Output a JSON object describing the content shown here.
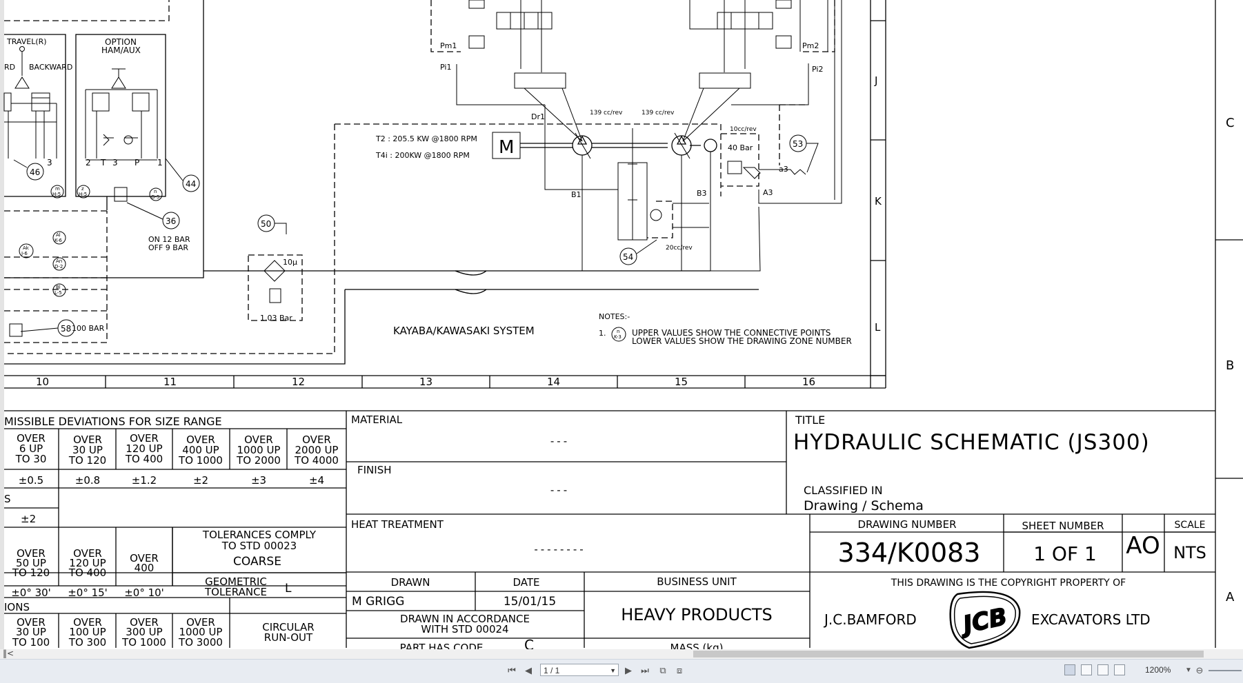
{
  "schematic": {
    "systems": {
      "travel_r": "TRAVEL(R)",
      "backward": "BACKWARD",
      "rd": "RD",
      "option_line1": "OPTION",
      "option_line2": "HAM/AUX"
    },
    "ports": {
      "pm1": "Pm1",
      "pm2": "Pm2",
      "pi1": "Pi1",
      "pi2": "Pi2",
      "dr1": "Dr1",
      "b1": "B1",
      "b3": "B3",
      "a3": "A3",
      "a3l": "a3",
      "t": "T",
      "p": "P",
      "n2": "2",
      "n3": "3",
      "n3b": "3",
      "n1": "1",
      "m": "M"
    },
    "flow_labels": {
      "pump1": "139 cc/rev",
      "pump2": "139 cc/rev",
      "pilot": "10cc/rev",
      "gear": "20cc/rev"
    },
    "engine": {
      "t2": "T2 : 205.5 KW @1800 RPM",
      "t4i": "T4i : 200KW @1800 RPM"
    },
    "relief": {
      "bar40": "40 Bar",
      "bar103": "1.03 Bar",
      "micron": "10μ",
      "bar100": "100 BAR"
    },
    "switch_label": {
      "on": "ON 12 BAR",
      "off": "OFF 9 BAR"
    },
    "callouts": [
      "46",
      "44",
      "36",
      "50",
      "53",
      "54",
      "58"
    ],
    "small_refs": [
      {
        "top": "m",
        "bottom": "H-5"
      },
      {
        "top": "z",
        "bottom": "H-5"
      },
      {
        "top": "n",
        "bottom": "G-5"
      },
      {
        "top": "Al",
        "bottom": "K-6"
      },
      {
        "top": "Ak",
        "bottom": "J-6"
      },
      {
        "top": "An",
        "bottom": "D-2"
      },
      {
        "top": "Bl",
        "bottom": "L-5"
      }
    ],
    "system_name": "KAYABA/KAWASAKI SYSTEM",
    "notes": {
      "heading": "NOTES:-",
      "item_no": "1.",
      "sym_top": "n",
      "sym_bottom": "K-3",
      "line1": "UPPER VALUES SHOW THE CONNECTIVE POINTS",
      "line2": "LOWER VALUES SHOW THE DRAWING ZONE NUMBER"
    },
    "row_labels": [
      "J",
      "K",
      "L"
    ],
    "col_numbers": [
      "10",
      "11",
      "12",
      "13",
      "14",
      "15",
      "16"
    ],
    "zone_letters": [
      "C",
      "B",
      "A"
    ]
  },
  "title_block": {
    "deviations_title": "MISSIBLE DEVIATIONS FOR SIZE RANGE",
    "dev_headers": [
      [
        "OVER",
        "6 UP",
        "TO 30"
      ],
      [
        "OVER",
        "30 UP",
        "TO 120"
      ],
      [
        "OVER",
        "120 UP",
        "TO 400"
      ],
      [
        "OVER",
        "400 UP",
        "TO 1000"
      ],
      [
        "OVER",
        "1000 UP",
        "TO 2000"
      ],
      [
        "OVER",
        "2000 UP",
        "TO 4000"
      ]
    ],
    "dev_values": [
      "±0.5",
      "±0.8",
      "±1.2",
      "±2",
      "±3",
      "±4"
    ],
    "s_label": "S",
    "s_value": "±2",
    "angle_headers": [
      [
        "OVER",
        "50 UP",
        "TO 120"
      ],
      [
        "OVER",
        "120 UP",
        "TO 400"
      ],
      [
        "OVER",
        "400"
      ]
    ],
    "angle_values": [
      "±0° 30'",
      "±0° 15'",
      "±0° 10'"
    ],
    "tolerances": [
      "TOLERANCES COMPLY",
      "TO STD 00023",
      "COARSE"
    ],
    "geometric": [
      "GEOMETRIC",
      "TOLERANCE"
    ],
    "geo_symbol": "L",
    "ions": "IONS",
    "runout_headers": [
      [
        "OVER",
        "30 UP",
        "TO 100"
      ],
      [
        "OVER",
        "100 UP",
        "TO 300"
      ],
      [
        "OVER",
        "300 UP",
        "TO 1000"
      ],
      [
        "OVER",
        "1000 UP",
        "TO 3000"
      ]
    ],
    "circular": [
      "CIRCULAR",
      "RUN-OUT"
    ],
    "material_label": "MATERIAL",
    "material_value": "---",
    "finish_label": "FINISH",
    "finish_value": "---",
    "heat_label": "HEAT TREATMENT",
    "heat_value": "--------",
    "drawn_label": "DRAWN",
    "drawn_value": "M GRIGG",
    "date_label": "DATE",
    "date_value": "15/01/15",
    "accordance": [
      "DRAWN IN ACCORDANCE",
      "WITH STD 00024"
    ],
    "part_code": "PART HAS CODE",
    "part_code_value": "C",
    "business_label": "BUSINESS UNIT",
    "business_value": "HEAVY PRODUCTS",
    "mass_label": "MASS (kg)",
    "title_label": "TITLE",
    "title_value": "HYDRAULIC SCHEMATIC (JS300)",
    "classified_label": "CLASSIFIED IN",
    "classified_value": "Drawing / Schema",
    "drawing_number_label": "DRAWING NUMBER",
    "drawing_number": "334/K0083",
    "sheet_label": "SHEET NUMBER",
    "sheet_value": "1 OF 1",
    "size_value": "AO",
    "scale_label": "SCALE",
    "scale_value": "NTS",
    "copyright": "THIS DRAWING IS THE COPYRIGHT PROPERTY OF",
    "company_left": "J.C.BAMFORD",
    "company_right": "EXCAVATORS LTD",
    "logo_text": "JCB"
  },
  "viewer": {
    "page_indicator": "1 / 1",
    "zoom": "1200%",
    "scroll_indicator": "‖<",
    "icons": {
      "first": "first-page-icon",
      "prev": "previous-page-icon",
      "next": "next-page-icon",
      "last": "last-page-icon"
    }
  }
}
